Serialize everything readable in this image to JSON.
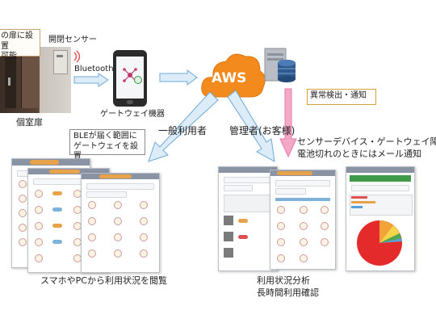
{
  "door": {
    "note_line1": "の扉に設置",
    "note_line2": "可能",
    "sensor_label": "開閉センサー",
    "caption": "個室扉"
  },
  "bluetooth_label": "Bluetooth",
  "gateway": {
    "caption": "ゲートウェイ機器",
    "callout_line1": "BLEが届く範囲に",
    "callout_line2": "ゲートウェイを設置"
  },
  "cloud": {
    "label": "AWS"
  },
  "alert": {
    "label": "異常検出・通知"
  },
  "users": {
    "general": "一般利用者",
    "admin": "管理者(お客様)"
  },
  "notice": {
    "line1": "センサーデバイス・ゲートウェイ障害時",
    "line2": "電池切れのときにはメール通知"
  },
  "captions": {
    "phone_pc": "スマホやPCから利用状況を閲覧",
    "analysis_line1": "利用状況分析",
    "analysis_line2": "長時間利用確認"
  },
  "colors": {
    "arrow_fill": "#dcecf8",
    "arrow_stroke": "#6fa8d6",
    "alert_arrow": "#f4a8c8",
    "cloud": "#f28a1e",
    "screen_header": "#8a93a3",
    "screen_orange": "#e8a24a"
  }
}
